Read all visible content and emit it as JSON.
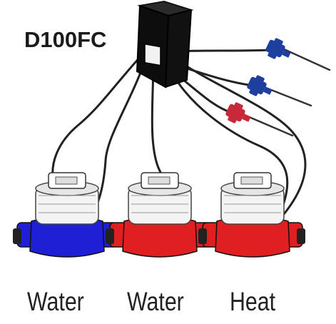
{
  "device": {
    "model": "D100FC"
  },
  "meters": [
    {
      "label": "Water",
      "body_color": "#1f1fd6",
      "type": "water"
    },
    {
      "label": "Water",
      "body_color": "#e02020",
      "type": "water"
    },
    {
      "label": "Heat",
      "body_color": "#e02020",
      "type": "heat"
    }
  ],
  "probes": [
    {
      "color": "#1e3f9e"
    },
    {
      "color": "#1e3f9e"
    },
    {
      "color": "#c8283a"
    }
  ]
}
